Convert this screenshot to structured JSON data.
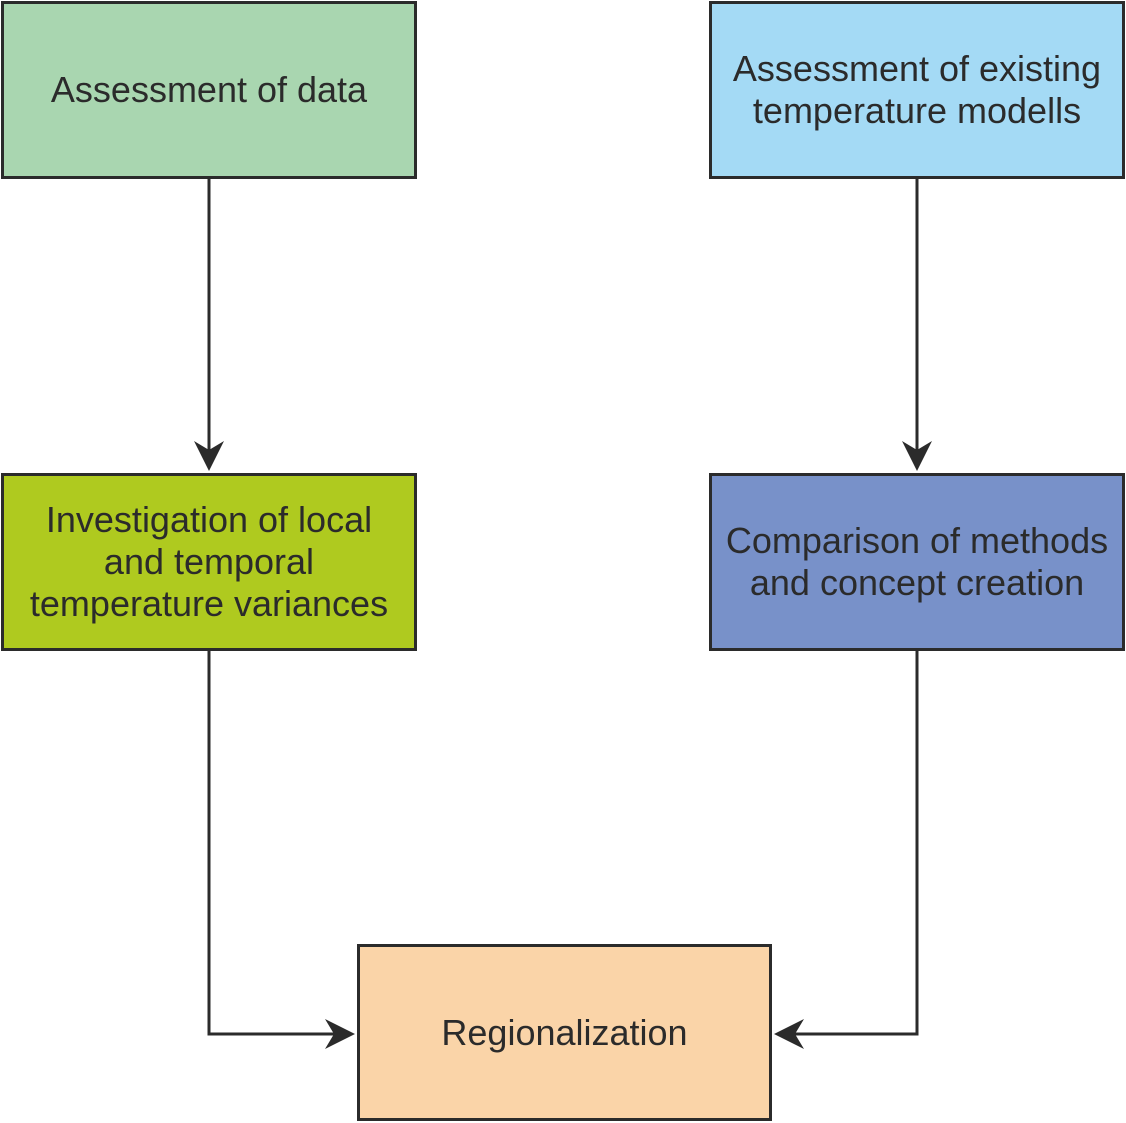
{
  "diagram": {
    "nodes": {
      "assessment_data": "Assessment of data",
      "assessment_models": "Assessment of existing\ntemperature modells",
      "investigation": "Investigation of local\nand temporal\ntemperature variances",
      "comparison": "Comparison of methods\nand concept creation",
      "regionalization": "Regionalization"
    },
    "edges": [
      {
        "from": "assessment_data",
        "to": "investigation"
      },
      {
        "from": "assessment_models",
        "to": "comparison"
      },
      {
        "from": "investigation",
        "to": "regionalization"
      },
      {
        "from": "comparison",
        "to": "regionalization"
      }
    ],
    "colors": {
      "assessment_data": "#a9d6b0",
      "assessment_models": "#a4daf5",
      "investigation": "#afca1f",
      "comparison": "#7891c9",
      "regionalization": "#fad4a8",
      "stroke": "#2b2b2b"
    }
  }
}
